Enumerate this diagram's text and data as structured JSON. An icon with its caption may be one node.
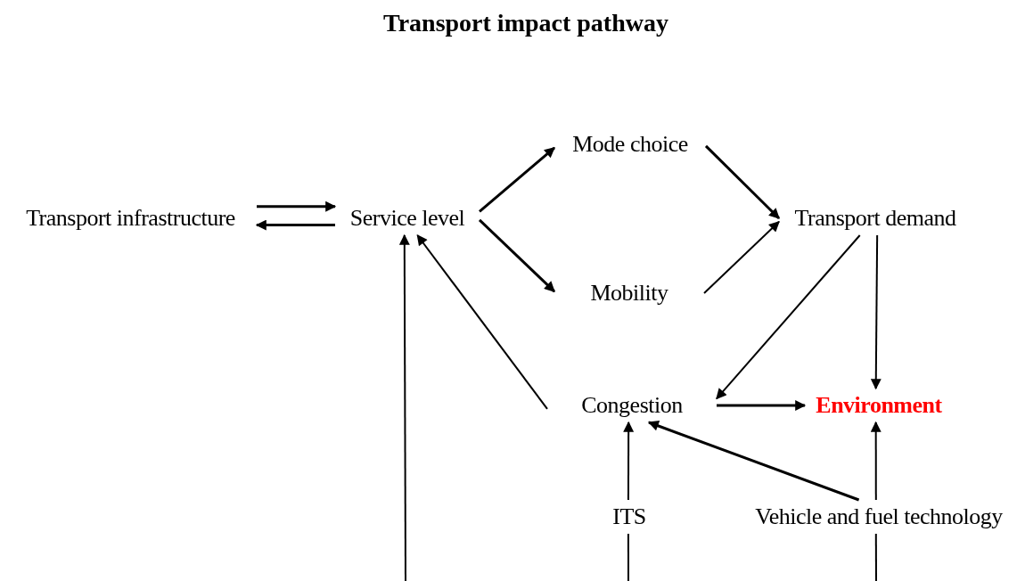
{
  "diagram": {
    "title": "Transport impact pathway",
    "nodes": [
      {
        "text": [
          "Transport infrastructure"
        ]
      },
      {
        "text": [
          "Service level"
        ]
      },
      {
        "text": [
          "Mode choice"
        ]
      },
      {
        "text": [
          "Transport demand"
        ]
      },
      {
        "text": [
          "Mobility"
        ]
      },
      {
        "text": [
          "Congestion"
        ]
      },
      {
        "text": [
          "Environment"
        ]
      },
      {
        "text": [
          "ITS"
        ]
      },
      {
        "text": [
          "Vehicle and fuel technology"
        ]
      }
    ],
    "edges": [
      {
        "from": 0,
        "to": 1,
        "arrow": "to"
      },
      {
        "from": 1,
        "to": 0,
        "arrow": "to"
      },
      {
        "from": 1,
        "to": 2,
        "arrow": "to"
      },
      {
        "from": 1,
        "to": 4,
        "arrow": "to"
      },
      {
        "from": 2,
        "to": 3,
        "arrow": "to"
      },
      {
        "from": 4,
        "to": 3,
        "arrow": "to"
      },
      {
        "from": 3,
        "to": 5,
        "arrow": "to"
      },
      {
        "from": 3,
        "to": 6,
        "arrow": "to"
      },
      {
        "from": 5,
        "to": 1,
        "arrow": "to"
      },
      {
        "from": 5,
        "to": 6,
        "arrow": "to"
      },
      {
        "from": 7,
        "to": 5,
        "arrow": "to"
      },
      {
        "from": 8,
        "to": 5,
        "arrow": "to"
      },
      {
        "from": 8,
        "to": 6,
        "arrow": "to"
      },
      {
        "from": null,
        "to": 1,
        "arrow": "to"
      },
      {
        "from": 7,
        "to": null,
        "arrow": "none"
      },
      {
        "from": 8,
        "to": null,
        "arrow": "none"
      }
    ]
  }
}
